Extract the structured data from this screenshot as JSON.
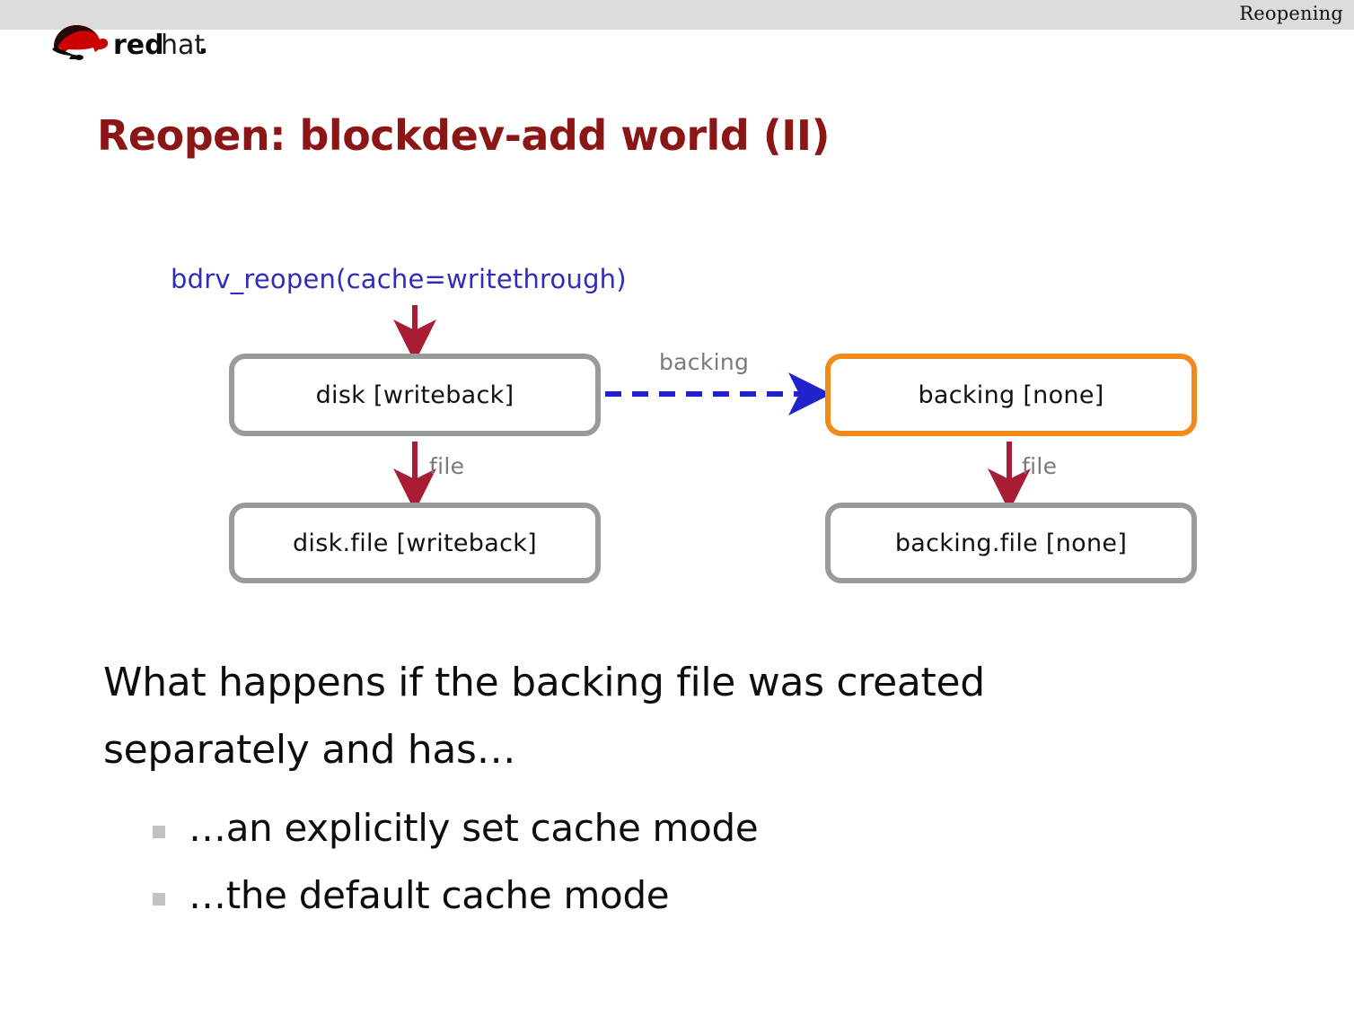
{
  "header": {
    "section_title": "Reopening",
    "bar_color": "#dcdcdc",
    "logo": {
      "icon_name": "redhat-shadowman-logo",
      "word_bold": "red",
      "word_light": "hat",
      "dot": "."
    }
  },
  "slide": {
    "title": "Reopen: blockdev-add world (II)",
    "title_color": "#8c1515"
  },
  "diagram": {
    "call_label": "bdrv_reopen(cache=writethrough)",
    "call_label_color": "#2e2eb8",
    "nodes": [
      {
        "id": "disk",
        "label": "disk [writeback]",
        "border_color": "#9a9a9a",
        "highlighted": false
      },
      {
        "id": "backing",
        "label": "backing [none]",
        "border_color": "#f08a1a",
        "highlighted": true
      },
      {
        "id": "disk-file",
        "label": "disk.file [writeback]",
        "border_color": "#9a9a9a",
        "highlighted": false
      },
      {
        "id": "backing-file",
        "label": "backing.file [none]",
        "border_color": "#9a9a9a",
        "highlighted": false
      }
    ],
    "edges": [
      {
        "id": "disk-to-backing",
        "label": "backing",
        "style": "dashed",
        "color": "#2222cc"
      },
      {
        "id": "disk-to-diskfile",
        "label": "file",
        "style": "solid",
        "color": "#a81c34"
      },
      {
        "id": "backing-to-backingfile",
        "label": "file",
        "style": "solid",
        "color": "#a81c34"
      },
      {
        "id": "reopen-call-to-disk",
        "label": "",
        "style": "solid",
        "color": "#a81c34"
      }
    ],
    "edge_label_color": "#7a7a7a"
  },
  "body": {
    "paragraph": "What happens if the backing file was created separately and has…",
    "bullets": [
      "…an explicitly set cache mode",
      "…the default cache mode"
    ],
    "bullet_marker_color": "#c2c2c2"
  }
}
